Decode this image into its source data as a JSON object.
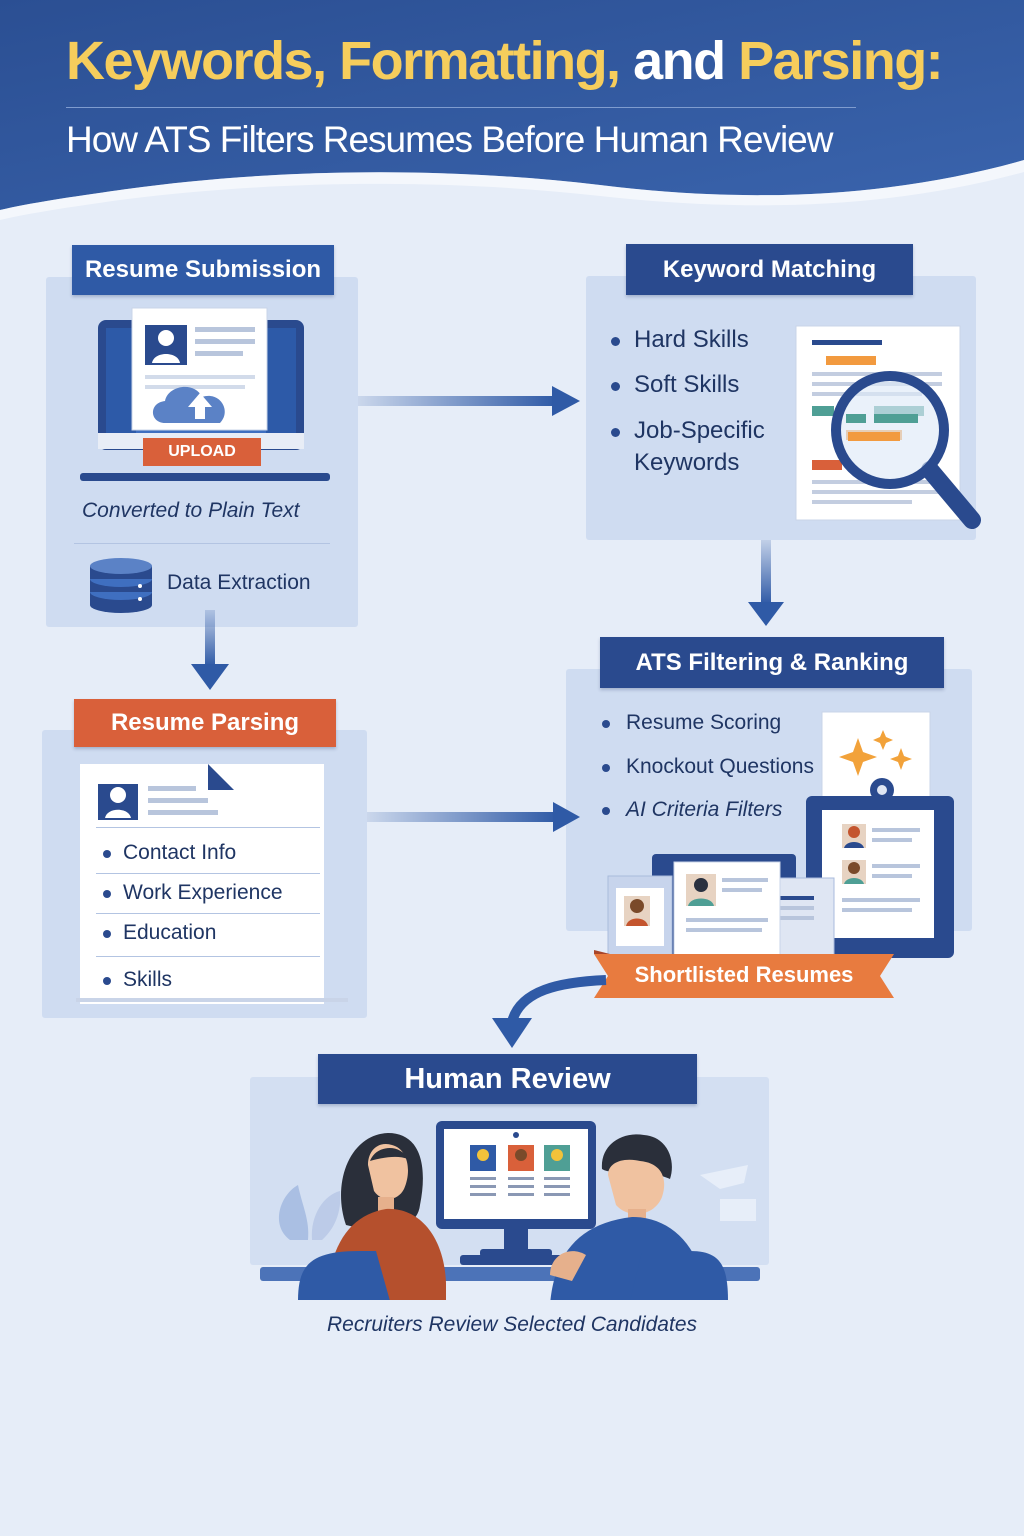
{
  "title": {
    "line1_part1": "Keywords, Formatting,",
    "line1_part2": "and",
    "line1_part3": "Parsing:",
    "line2": "How ATS Filters Resumes Before Human Review"
  },
  "resume_submission": {
    "header": "Resume Submission",
    "upload_label": "UPLOAD",
    "converted_text": "Converted to Plain Text",
    "data_extraction": "Data Extraction"
  },
  "keyword_matching": {
    "header": "Keyword Matching",
    "items": [
      "Hard Skills",
      "Soft Skills",
      "Job-Specific",
      "Keywords"
    ]
  },
  "resume_parsing": {
    "header": "Resume Parsing",
    "items": [
      "Contact Info",
      "Work Experience",
      "Education",
      "Skills"
    ]
  },
  "ats_filtering": {
    "header": "ATS Filtering & Ranking",
    "items": [
      "Resume Scoring",
      "Knockout Questions",
      "AI Criteria Filters"
    ],
    "ribbon": "Shortlisted Resumes"
  },
  "human_review": {
    "header": "Human Review",
    "caption": "Recruiters Review Selected Candidates"
  },
  "colors": {
    "navy": "#2a4a8e",
    "blue": "#2f5aa6",
    "orange": "#d9603a",
    "gold": "#f6cd5c",
    "panel": "#cfdcf1",
    "background": "#e6edf8"
  }
}
